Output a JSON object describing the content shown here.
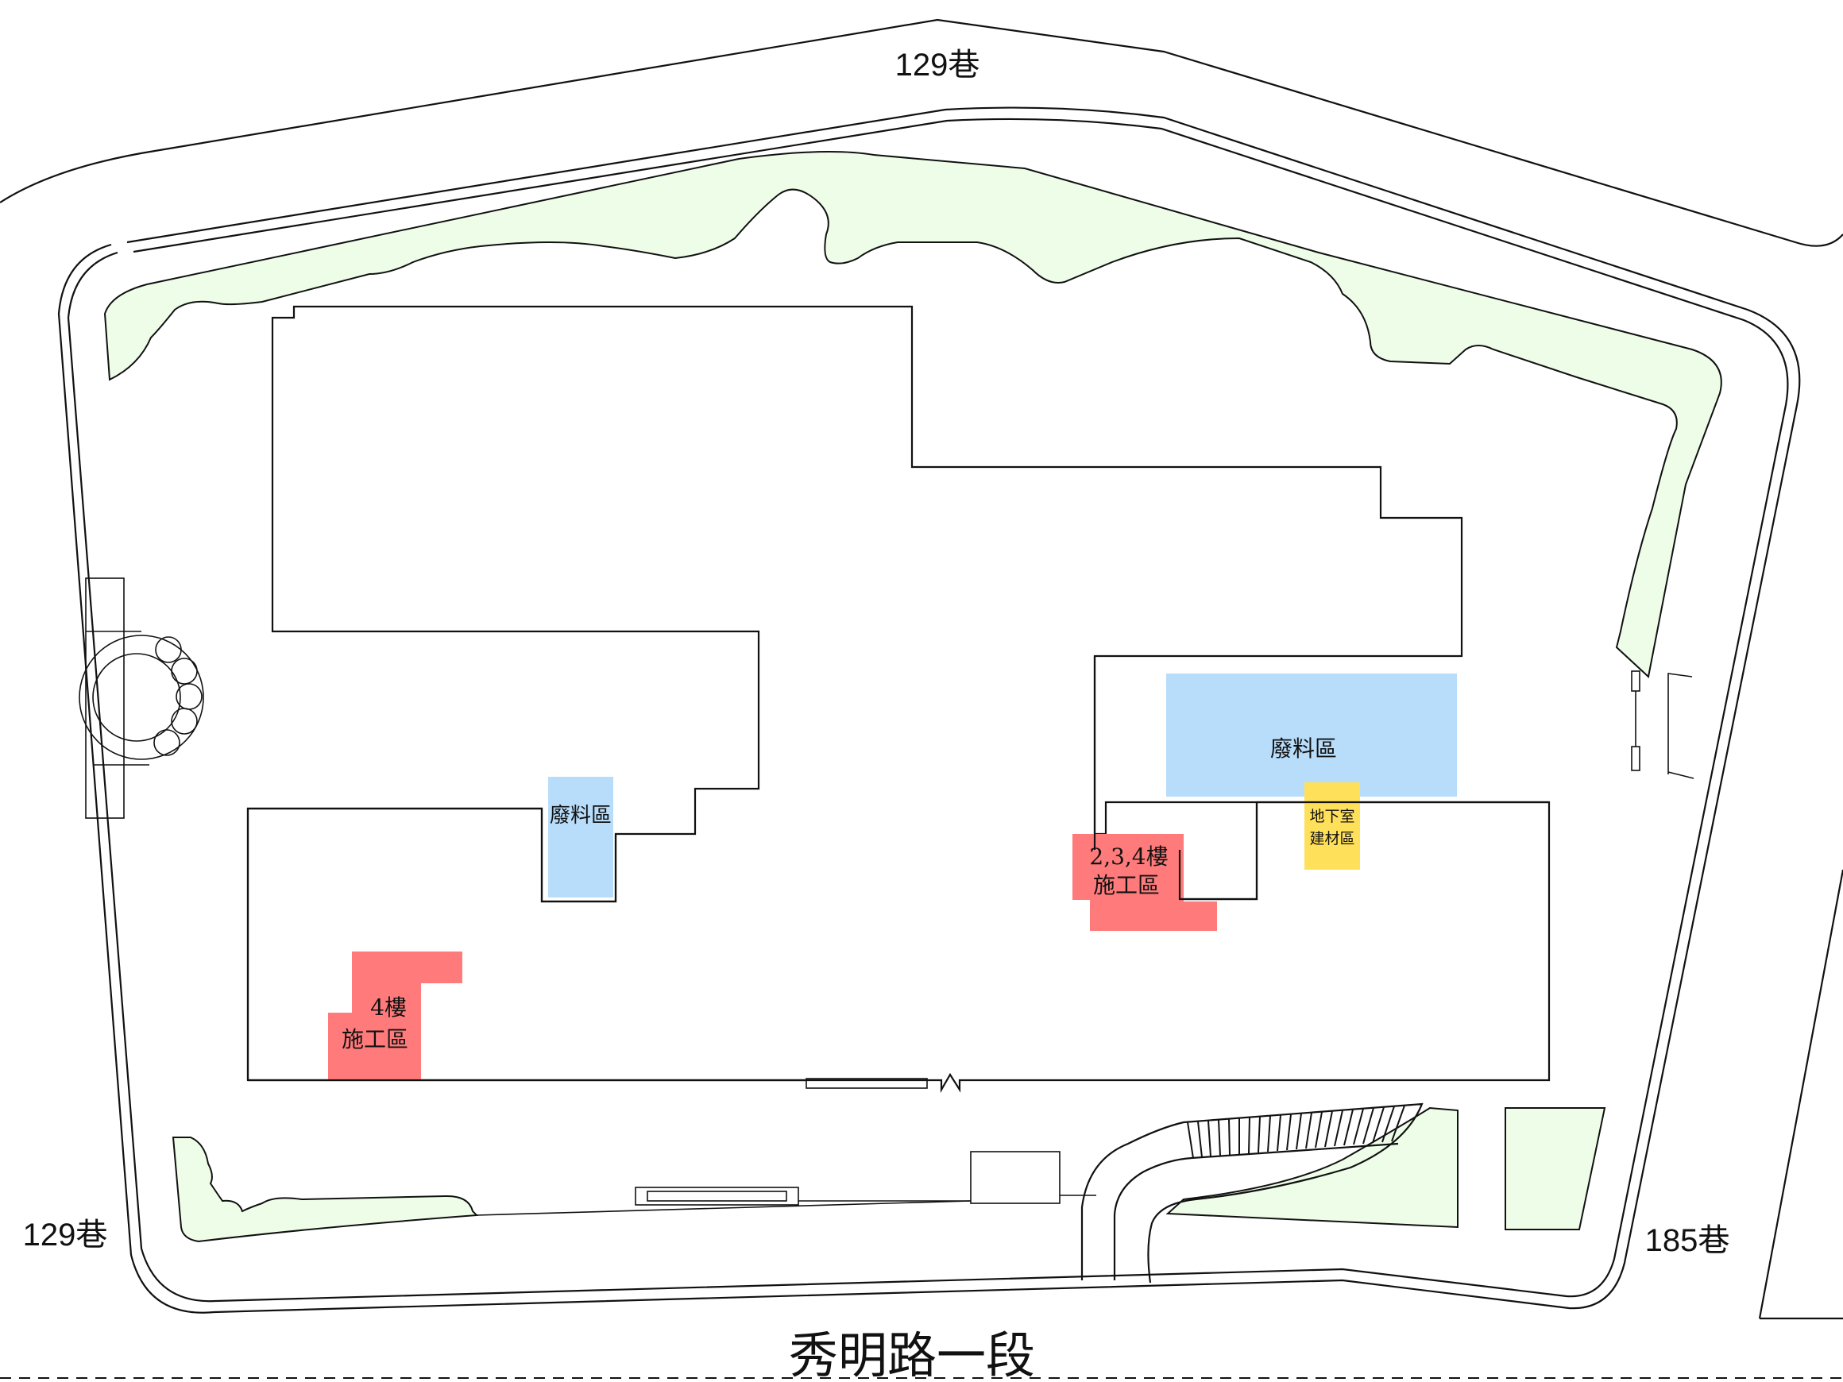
{
  "roads": {
    "top": "129巷",
    "left": "129巷",
    "right": "185巷",
    "bottom": "秀明路一段"
  },
  "zones": {
    "waste_left": "廢料區",
    "waste_right": "廢料區",
    "basement_line1": "地下室",
    "basement_line2": "建材區",
    "work_234_line1": "2,3,4樓",
    "work_234_line2": "施工區",
    "work_4_line1": "4樓",
    "work_4_line2": "施工區"
  },
  "colors": {
    "waste": "#b8ddfb",
    "work": "#ff7b7b",
    "material": "#ffe05a",
    "green_area": "#eefde8"
  }
}
